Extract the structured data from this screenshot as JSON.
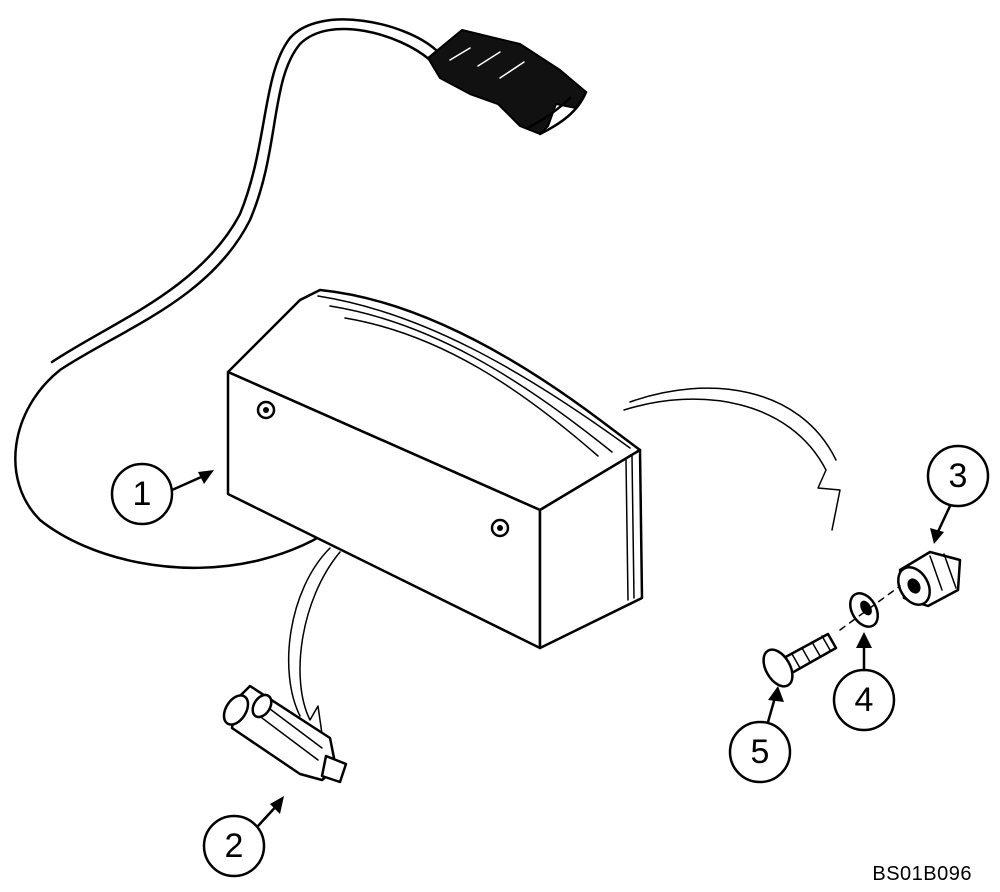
{
  "callouts": [
    {
      "number": "1",
      "part": "lamp-housing"
    },
    {
      "number": "2",
      "part": "bulb"
    },
    {
      "number": "3",
      "part": "nut"
    },
    {
      "number": "4",
      "part": "lock-washer"
    },
    {
      "number": "5",
      "part": "screw"
    }
  ],
  "reference_code": "BS01B096"
}
